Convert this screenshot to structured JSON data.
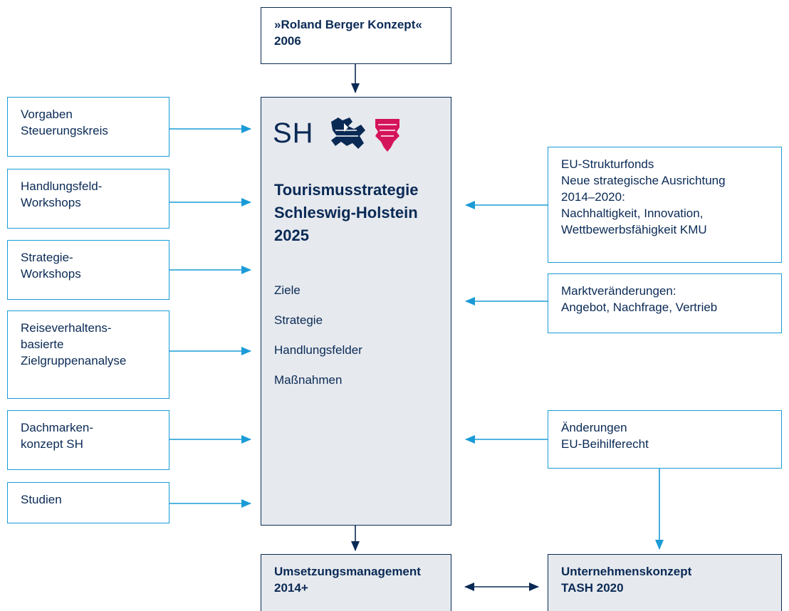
{
  "top_box": {
    "line1": "»Roland Berger Konzept«",
    "line2": "2006"
  },
  "left_boxes": [
    {
      "lines": [
        "Vorgaben",
        "Steuerungskreis"
      ]
    },
    {
      "lines": [
        "Handlungsfeld-",
        "Workshops"
      ]
    },
    {
      "lines": [
        "Strategie-",
        "Workshops"
      ]
    },
    {
      "lines": [
        "Reiseverhaltens-",
        "basierte",
        "Zielgruppenanalyse"
      ]
    },
    {
      "lines": [
        "Dachmarken-",
        "konzept SH"
      ]
    },
    {
      "lines": [
        "Studien"
      ]
    }
  ],
  "central": {
    "logo_text": "SH",
    "title_lines": [
      "Tourismusstrategie",
      "Schleswig-Holstein",
      "2025"
    ],
    "items": [
      "Ziele",
      "Strategie",
      "Handlungsfelder",
      "Maßnahmen"
    ]
  },
  "right_boxes": [
    {
      "lines": [
        "EU-Strukturfonds",
        "Neue strategische Ausrichtung",
        "2014–2020:",
        "Nachhaltigkeit, Innovation,",
        "Wettbewerbsfähigkeit KMU"
      ]
    },
    {
      "lines": [
        "Marktveränderungen:",
        "Angebot, Nachfrage, Vertrieb"
      ]
    },
    {
      "lines": [
        "Änderungen",
        "EU-Beihilferecht"
      ]
    }
  ],
  "bottom_left": {
    "line1": "Umsetzungsmanagement",
    "line2": "2014+"
  },
  "bottom_right": {
    "line1": "Unternehmenskonzept",
    "line2": "TASH 2020"
  },
  "colors": {
    "navy": "#0a2a55",
    "cyan": "#1a9bd7",
    "red": "#d4145a",
    "box_fill": "#e6e9ee"
  }
}
